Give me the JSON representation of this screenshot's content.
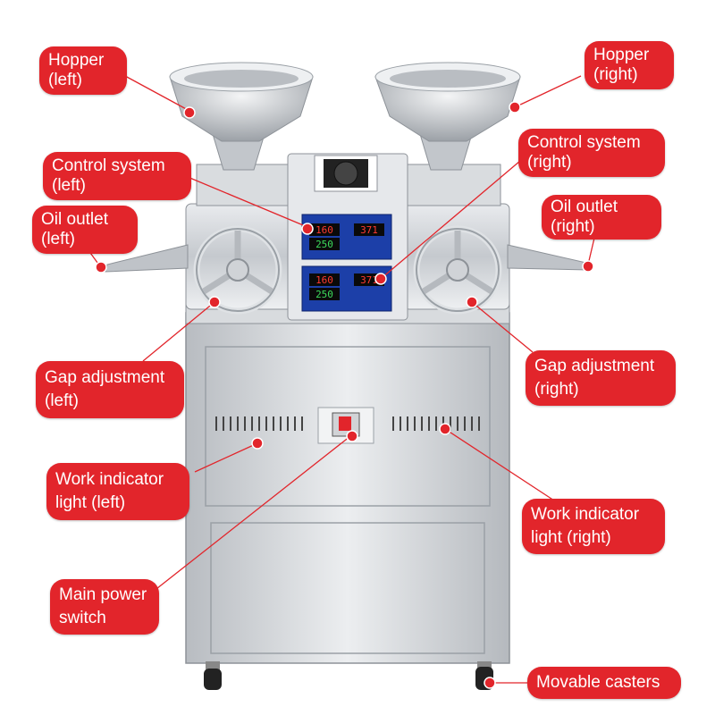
{
  "theme": {
    "pill_color": "#e2252b",
    "dot_color": "#e2252b",
    "line_color": "#e2252b",
    "steel": "#c9ccd0"
  },
  "labels": {
    "hopper_left": "Hopper\n(left)",
    "hopper_right": "Hopper\n(right)",
    "control_left": "Control system\n(left)",
    "control_right": "Control system\n(right)",
    "oil_left": "Oil outlet\n(left)",
    "oil_right": "Oil outlet\n(right)",
    "gap_left": "Gap adjustment\n(left)",
    "gap_right": "Gap adjustment\n(right)",
    "work_left": "Work indicator\nlight (left)",
    "work_right": "Work indicator\nlight (right)",
    "power": "Main power\nswitch",
    "casters": "Movable casters"
  },
  "panel": {
    "top_left_value": "160",
    "top_right_value": "371",
    "bottom_left_value": "250",
    "top2_left_value": "160",
    "top2_right_value": "371",
    "bottom2_left_value": "250"
  }
}
